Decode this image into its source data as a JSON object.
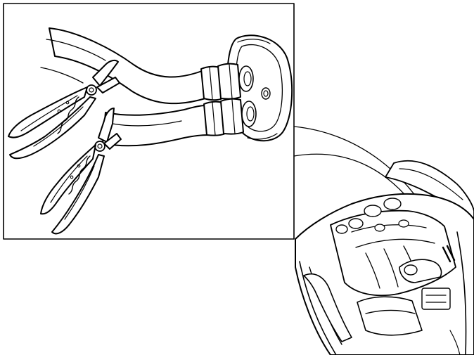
{
  "figure": {
    "ink_color": "#000000",
    "paper_color": "#ffffff",
    "parts": {
      "detail_inset": "hose-clamp-pliers-detail",
      "engine_view": "engine-bay-overview",
      "leader": "callout-leader-line"
    }
  }
}
